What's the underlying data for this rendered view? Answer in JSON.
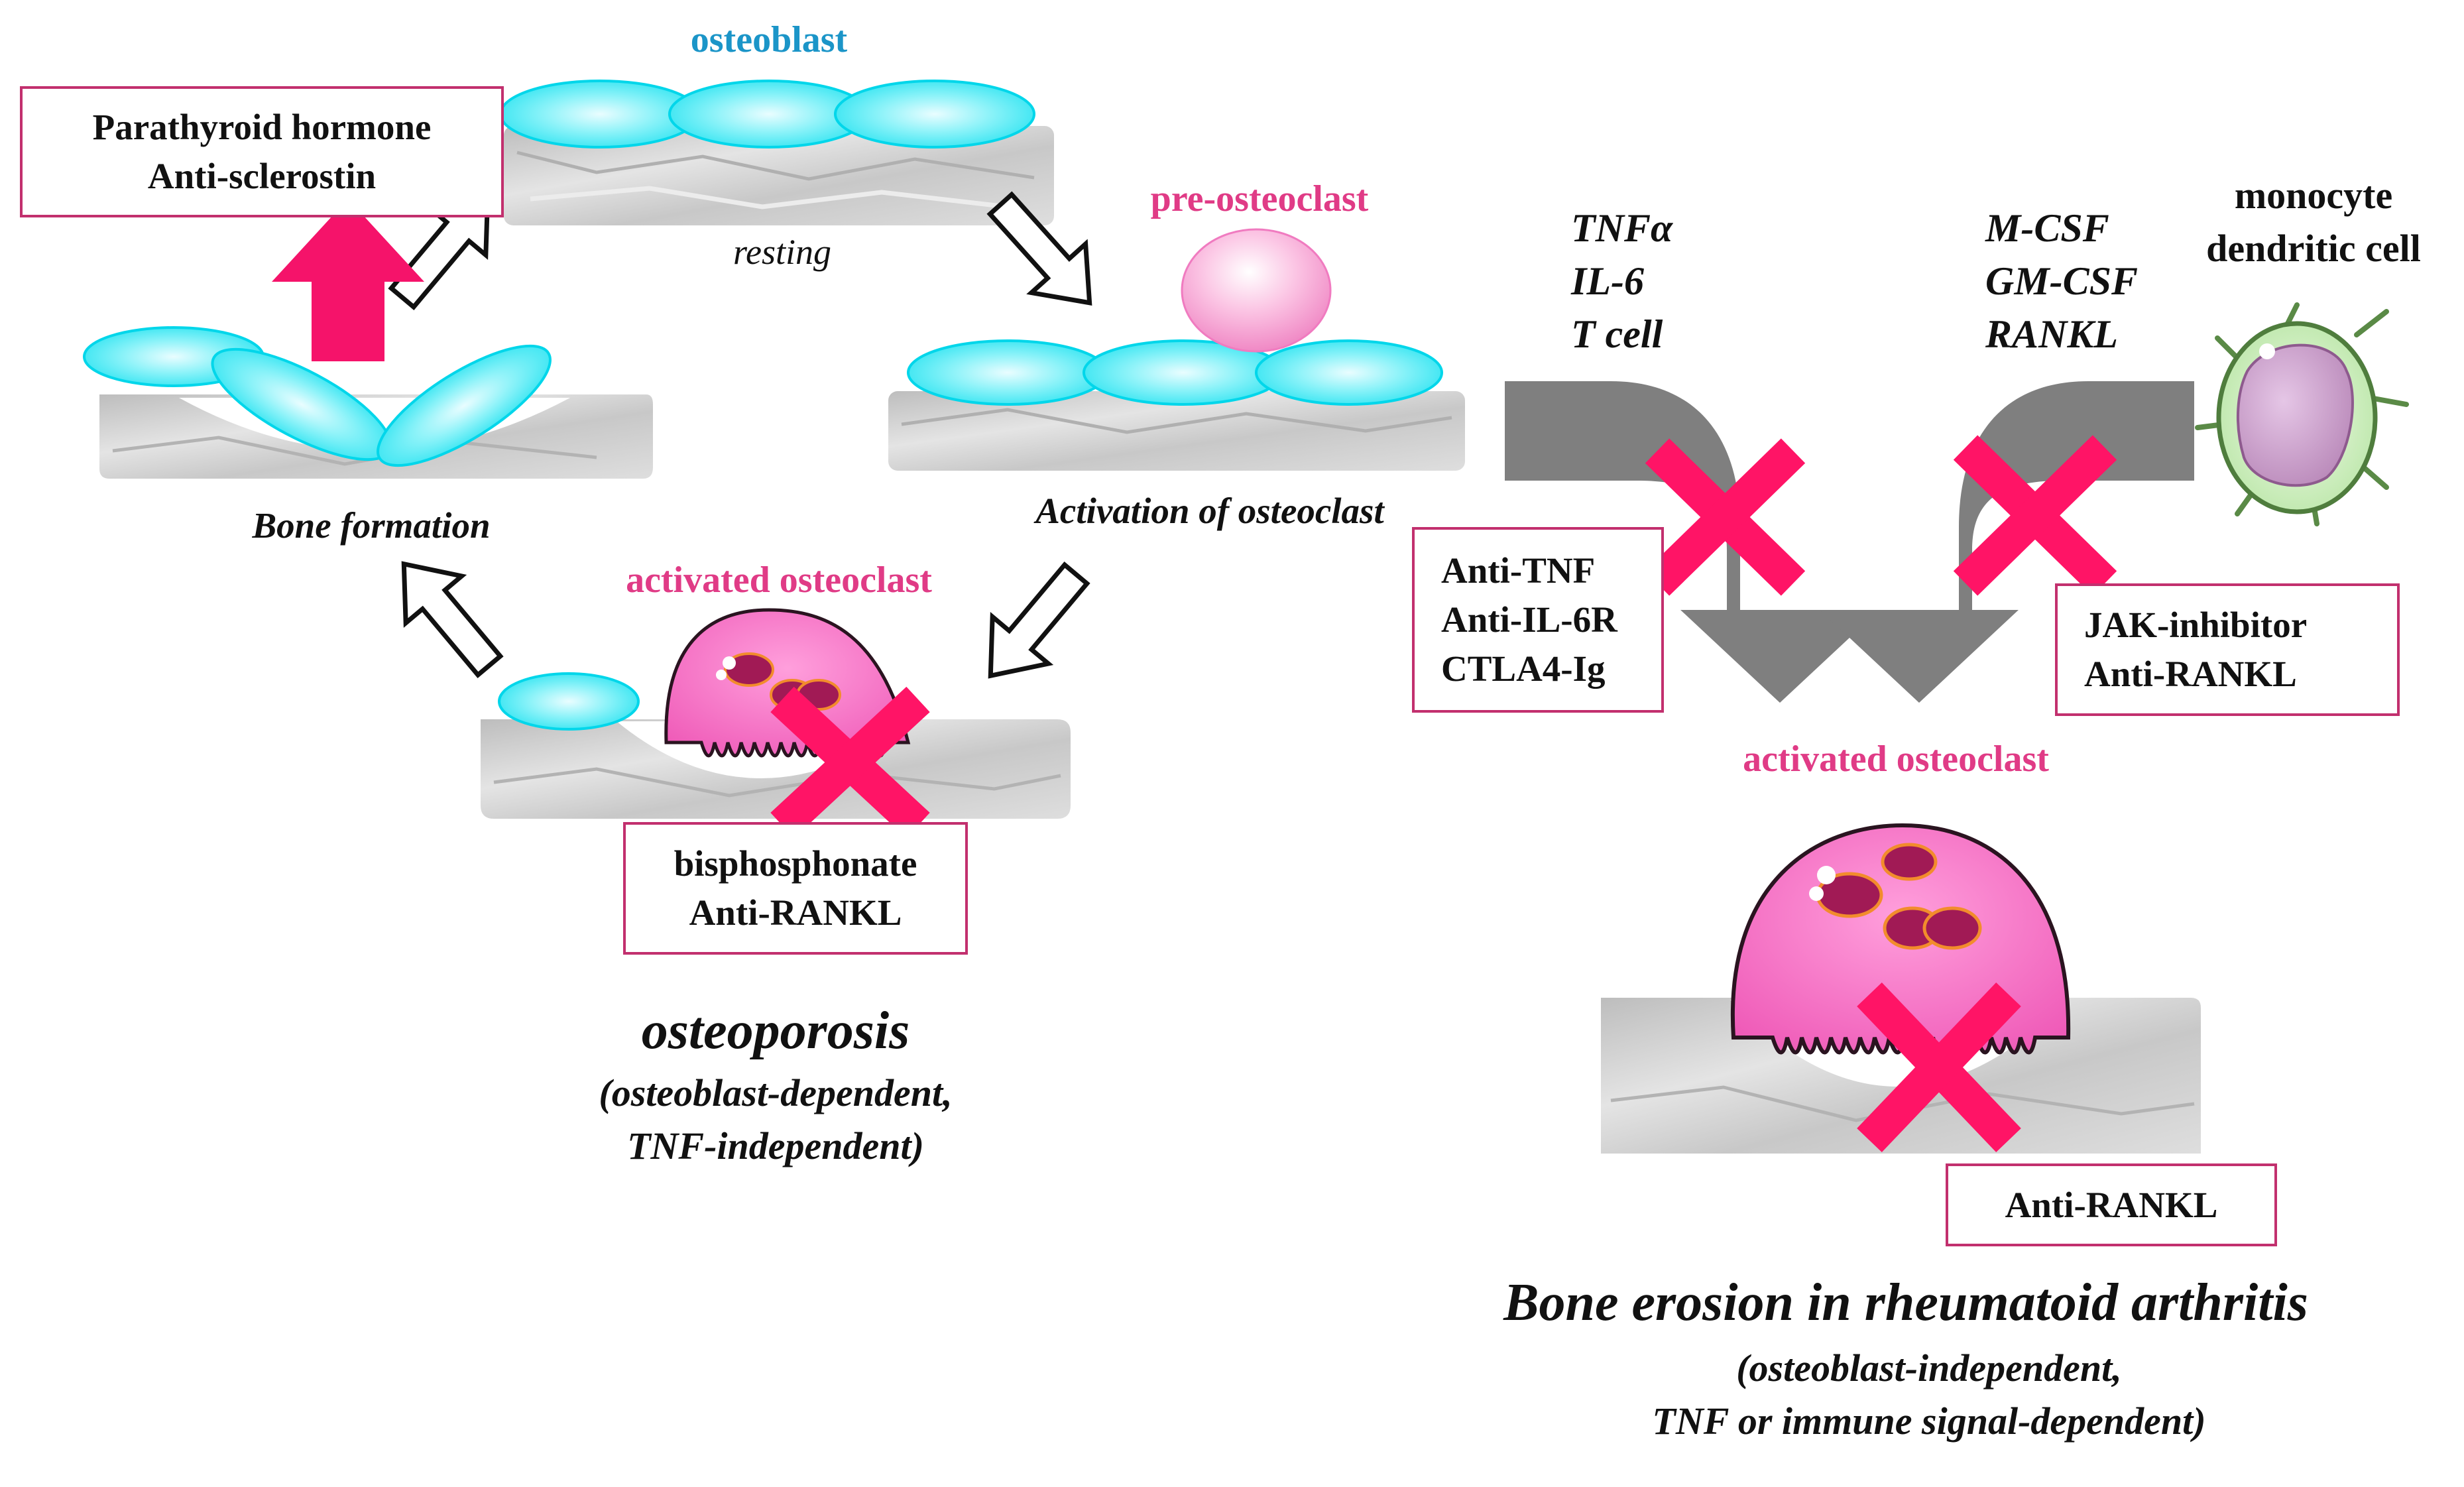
{
  "colors": {
    "osteoblast": "#35e6f2",
    "inhibition_cross": "#ff1466",
    "stimulation_arrow": "#f5136a",
    "signal_arrow": "#7f7f7f",
    "osteoclast": "#f36fc6",
    "box_border": "#c2306e",
    "cell_label": "#1b95c8",
    "osteoclast_label": "#e03b86",
    "bone": "#d4d4d4"
  },
  "cycle": {
    "osteoblast_label": "osteoblast",
    "resting_label": "resting",
    "pre_osteoclast_label": "pre-osteoclast",
    "activation_label": "Activation of osteoclast",
    "activated_osteoclast_label": "activated osteoclast",
    "bone_formation_label": "Bone formation"
  },
  "boxes": {
    "anabolic": [
      "Parathyroid hormone",
      "Anti-sclerostin"
    ],
    "antiresorptive": [
      "bisphosphonate",
      "Anti-RANKL"
    ],
    "cytokine_blockers": [
      "Anti-TNF",
      "Anti-IL-6R",
      "CTLA4-Ig"
    ],
    "kinase_rankl": [
      "JAK-inhibitor",
      "Anti-RANKL"
    ],
    "erosion": [
      "Anti-RANKL"
    ]
  },
  "osteoporosis": {
    "title": "osteoporosis",
    "subtitle": [
      "(osteoblast-dependent,",
      "TNF-independent)"
    ]
  },
  "ra": {
    "left_signals": [
      "TNFα",
      "IL-6",
      "T cell"
    ],
    "right_signals": [
      "M-CSF",
      "GM-CSF",
      "RANKL"
    ],
    "cell_label": [
      "monocyte",
      "dendritic cell"
    ],
    "activated_osteoclast_label": "activated osteoclast",
    "title": "Bone erosion in rheumatoid arthritis",
    "subtitle": [
      "(osteoblast-independent,",
      "TNF or immune signal-dependent)"
    ]
  }
}
